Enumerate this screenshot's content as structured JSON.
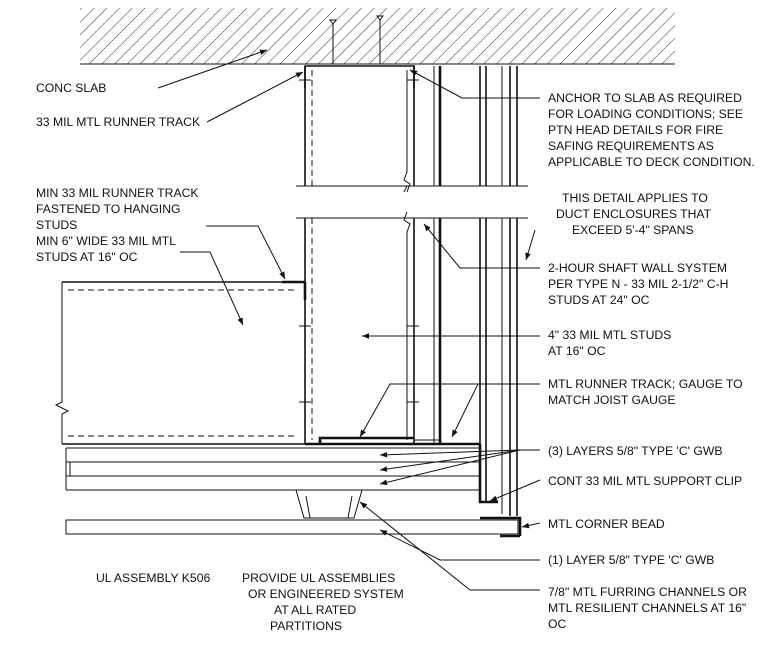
{
  "labels": {
    "conc_slab": "CONC SLAB",
    "runner_track_33": "33 MIL MTL RUNNER TRACK",
    "anchor_note": [
      "ANCHOR TO SLAB AS REQUIRED",
      "FOR LOADING CONDITIONS; SEE",
      "PTN HEAD DETAILS FOR FIRE",
      "SAFING REQUIREMENTS AS",
      "APPLICABLE TO DECK CONDITION."
    ],
    "min_runner_track": [
      "MIN 33 MIL RUNNER TRACK",
      "FASTENED TO HANGING",
      "STUDS"
    ],
    "min_studs": [
      "MIN 6\" WIDE 33 MIL MTL",
      "STUDS AT 16\" OC"
    ],
    "detail_applies": [
      "THIS DETAIL APPLIES TO",
      "DUCT ENCLOSURES THAT",
      "EXCEED 5'-4\" SPANS"
    ],
    "shaft_wall": [
      "2-HOUR SHAFT WALL SYSTEM",
      "PER TYPE N - 33 MIL 2-1/2\" C-H",
      "STUDS AT 24\" OC"
    ],
    "studs_4in": [
      "4\" 33 MIL MTL STUDS",
      "AT 16\" OC"
    ],
    "mtl_runner_track": [
      "MTL RUNNER TRACK; GAUGE TO",
      "MATCH JOIST GAUGE"
    ],
    "gwb_3_layers": "(3) LAYERS 5/8\" TYPE 'C' GWB",
    "support_clip": "CONT 33 MIL MTL SUPPORT CLIP",
    "corner_bead": "MTL CORNER BEAD",
    "gwb_1_layer": "(1) LAYER 5/8\" TYPE 'C' GWB",
    "furring": [
      "7/8\" MTL FURRING CHANNELS OR",
      "MTL RESILIENT CHANNELS AT 16\"",
      "OC"
    ],
    "ul_assembly": "UL ASSEMBLY K506",
    "provide_ul": [
      "PROVIDE UL ASSEMBLIES",
      "OR ENGINEERED SYSTEM",
      "AT ALL RATED",
      "PARTITIONS"
    ]
  }
}
